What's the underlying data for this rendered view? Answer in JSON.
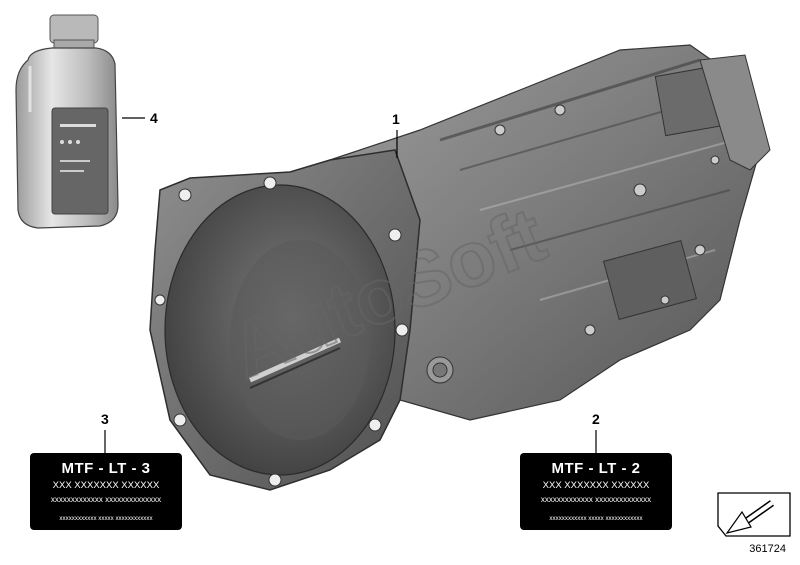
{
  "callouts": {
    "c1": "1",
    "c2": "2",
    "c3": "3",
    "c4": "4"
  },
  "labels": {
    "label2": {
      "title": "MTF - LT - 2",
      "line1": "XXX XXXXXXX XXXXXX",
      "line2": "xxxxxxxxxxxxx xxxxxxxxxxxxxx",
      "line3": "xxxxxxxxxxxx   xxxxx   xxxxxxxxxxxx"
    },
    "label3": {
      "title": "MTF - LT - 3",
      "line1": "XXX XXXXXXX XXXXXX",
      "line2": "xxxxxxxxxxxxx xxxxxxxxxxxxxx",
      "line3": "xxxxxxxxxxxx   xxxxx   xxxxxxxxxxxx"
    }
  },
  "watermark": "AutoSoft",
  "reference_number": "361724",
  "icons": {
    "bottle": "oil-bottle-icon",
    "transmission": "transmission-icon",
    "corner": "diagram-corner-arrow-icon"
  }
}
